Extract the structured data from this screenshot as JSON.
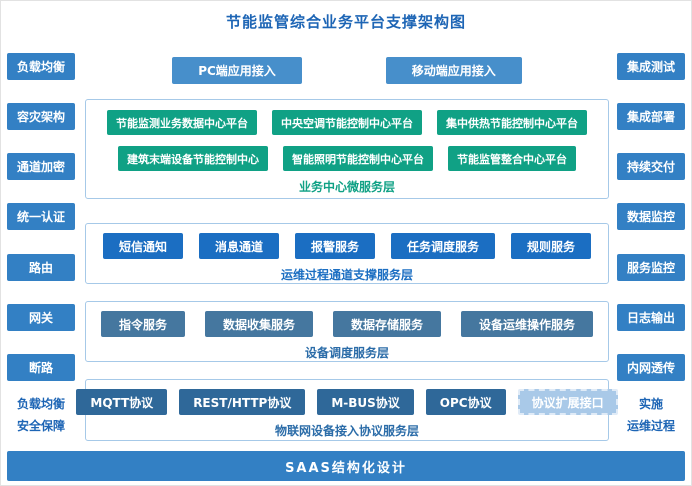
{
  "title": "节能监管综合业务平台支撑架构图",
  "left_sidebar": {
    "items": [
      "负载均衡",
      "容灾架构",
      "通道加密",
      "统一认证",
      "路由",
      "网关",
      "断路"
    ],
    "caption_lines": [
      "负载均衡",
      "安全保障"
    ]
  },
  "right_sidebar": {
    "items": [
      "集成测试",
      "集成部署",
      "持续交付",
      "数据监控",
      "服务监控",
      "日志输出",
      "内网透传"
    ],
    "caption_lines": [
      "实施",
      "运维过程"
    ]
  },
  "access": {
    "buttons": [
      "PC端应用接入",
      "移动端应用接入"
    ]
  },
  "layers": [
    {
      "label": "业务中心微服务层",
      "rows": [
        [
          "节能监测业务数据中心平台",
          "中央空调节能控制中心平台",
          "集中供热节能控制中心平台"
        ],
        [
          "建筑末端设备节能控制中心",
          "智能照明节能控制中心平台",
          "节能监管整合中心平台"
        ]
      ]
    },
    {
      "label": "运维过程通道支撑服务层",
      "items": [
        "短信通知",
        "消息通道",
        "报警服务",
        "任务调度服务",
        "规则服务"
      ]
    },
    {
      "label": "设备调度服务层",
      "items": [
        "指令服务",
        "数据收集服务",
        "数据存储服务",
        "设备运维操作服务"
      ]
    },
    {
      "label": "物联网设备接入协议服务层",
      "items": [
        "MQTT协议",
        "REST/HTTP协议",
        "M-BUS协议",
        "OPC协议"
      ],
      "dashed_item": "协议扩展接口"
    }
  ],
  "footer": "SAAS结构化设计",
  "colors": {
    "sidebar_blue": "#3380c4",
    "access_button_blue": "#478fcb",
    "service_green": "#10a185",
    "channel_blue": "#1b6ec2",
    "device_steel_blue": "#45779f",
    "protocol_dark_blue": "#2f6899",
    "dashed_fill": "#a9c9e8",
    "title_blue": "#1d65b5",
    "layer_border": "#a6c9e8"
  }
}
